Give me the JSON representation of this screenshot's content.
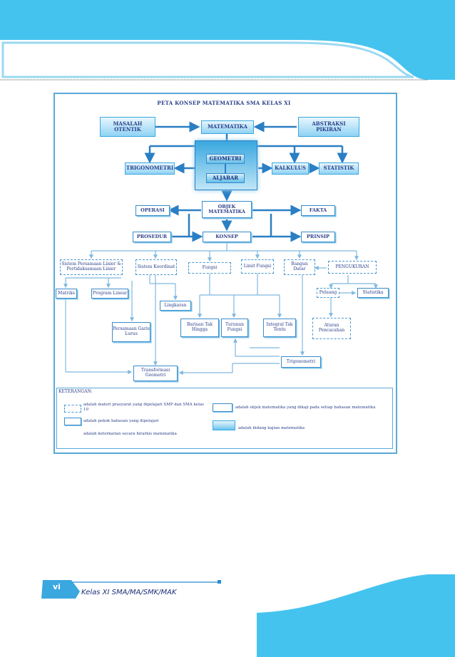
{
  "colors": {
    "banner": "#45c3ef",
    "line": "#3a8cc9",
    "text": "#2b3f8a"
  },
  "title": "PETA KONSEP MATEMATIKA SMA KELAS XI",
  "nodes": {
    "masalah_otentik": "MASALAH OTENTIK",
    "matematika": "MATEMATIKA",
    "abstraksi_pikiran": "ABSTRAKSI PIKIRAN",
    "geometri": "GEOMETRI",
    "aljabar": "ALJABAR",
    "trigonometri_top": "TRIGONOMETRI",
    "kalkulus": "KALKULUS",
    "statistik": "STATISTIK",
    "objek_matematika": "OBJEK MATEMATIKA",
    "operasi": "OPERASI",
    "fakta": "FAKTA",
    "prosedur": "PROSEDUR",
    "konsep": "KONSEP",
    "prinsip": "PRINSIP",
    "spl": "Sistem Persamaan Linier & Pertidaksamaan Linier",
    "sistem_koordinat": "Sistem Koordinat",
    "fungsi": "Fungsi",
    "limit_fungsi": "Limit Fungsi",
    "bangun_datar": "Bangun Datar",
    "pengukuran": "PENGUKURAN",
    "matriks": "Matriks",
    "program_linear": "Program Linear",
    "lingkaran": "Lingkaran",
    "peluang": "Peluang",
    "statistika": "Statistika",
    "persamaan_garis_lurus": "Persamaan Garis Lurus",
    "barisan_tak_hingga": "Barisan Tak Hingga",
    "turunan_fungsi": "Turunan Fungsi",
    "integral_tak_tentu": "Integral Tak Tentu",
    "aturan_pencacahan": "Aturan Pencacahan",
    "trigonometri_bottom": "Trigonometri",
    "transformasi_geometri": "Transformasi Geometri"
  },
  "legend": {
    "title": "KETERANGAN:",
    "dotted": "adalah materi prasyarat yang dipelajari SMP dan SMA kelas 10",
    "solid": "adalah pokok bahasan yang dipelajari",
    "arrow": "adalah keterkaitan secara hirarkis matematika",
    "object": "adalah objek matematika yang dikaji pada setiap bahasan matematika",
    "field": "adalah bidang kajian matematika"
  },
  "footer": {
    "page_number": "vi",
    "book_title": "Kelas XI SMA/MA/SMK/MAK"
  }
}
